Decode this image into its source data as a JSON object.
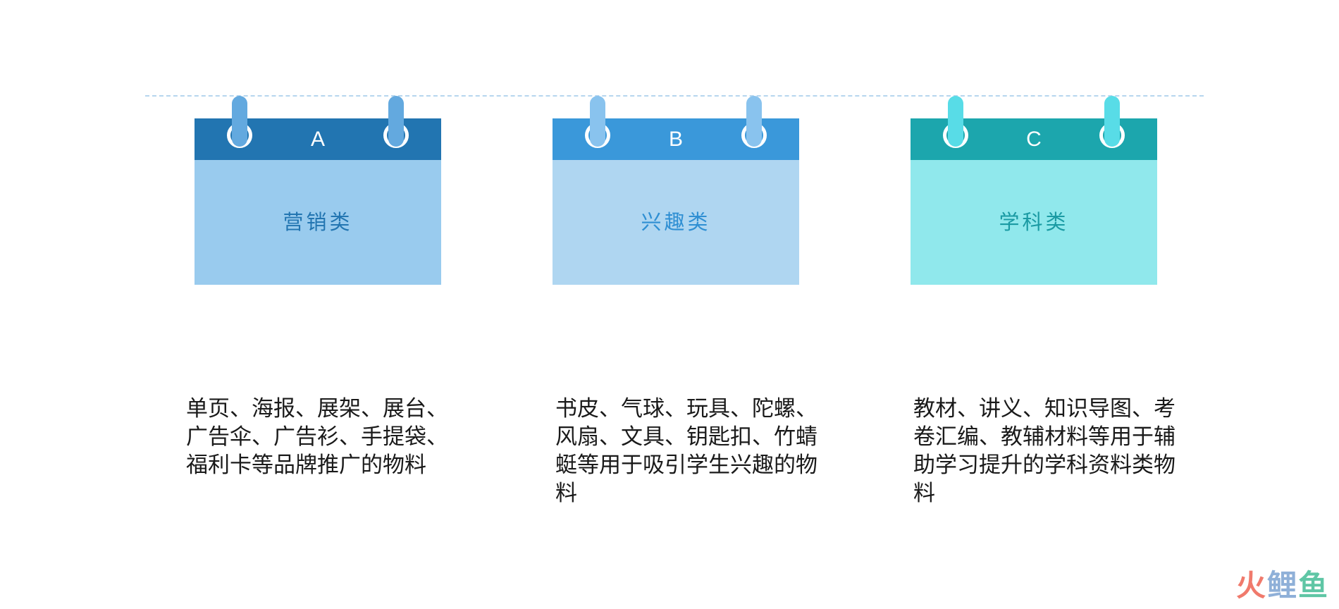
{
  "cards": [
    {
      "letter": "A",
      "title": "营销类",
      "description": "单页、海报、展架、展台、广告伞、广告衫、手提袋、福利卡等品牌推广的物料",
      "colors": {
        "header": "#2275b1",
        "body": "#99cbee",
        "clip": "#63a9df",
        "title": "#2275b1"
      }
    },
    {
      "letter": "B",
      "title": "兴趣类",
      "description": "书皮、气球、玩具、陀螺、风扇、文具、钥匙扣、竹蜻蜓等用于吸引学生兴趣的物料",
      "colors": {
        "header": "#3a98da",
        "body": "#afd6f1",
        "clip": "#89c3ee",
        "title": "#2f8fd3"
      }
    },
    {
      "letter": "C",
      "title": "学科类",
      "description": "教材、讲义、知识导图、考卷汇编、教辅材料等用于辅助学习提升的学科资料类物料",
      "colors": {
        "header": "#1ca6ad",
        "body": "#90e8ec",
        "clip": "#58dce7",
        "title": "#1a9aa3"
      }
    }
  ],
  "watermark": [
    "火",
    "鲤",
    "鱼"
  ],
  "colors": {
    "hang_line": "#b6d6ee",
    "text": "#1a1a1a"
  }
}
